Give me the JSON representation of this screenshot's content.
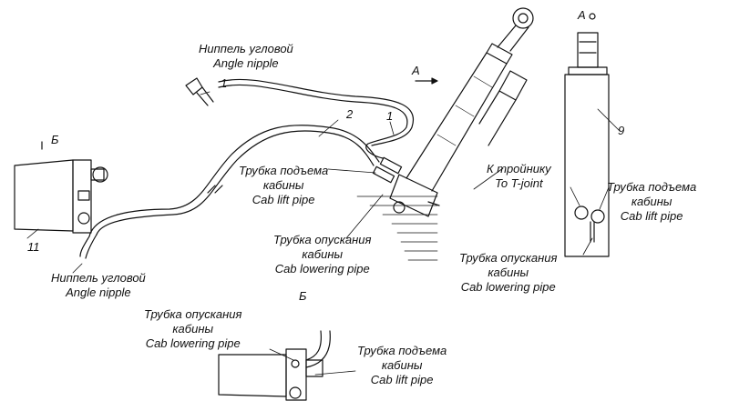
{
  "labels": {
    "angle_nipple_top": {
      "ru": "Ниппель угловой",
      "en": "Angle nipple"
    },
    "angle_nipple_bottom": {
      "ru": "Ниппель угловой",
      "en": "Angle nipple"
    },
    "cab_lift_main": {
      "ru1": "Трубка подъема",
      "ru2": "кабины",
      "en": "Cab lift pipe"
    },
    "cab_lowering_main": {
      "ru1": "Трубка опускания",
      "ru2": "кабины",
      "en": "Cab lowering pipe"
    },
    "t_joint": {
      "ru": "К тройнику",
      "en": "To T-joint"
    },
    "cab_lift_view_a": {
      "ru1": "Трубка подъема",
      "ru2": "кабины",
      "en": "Cab lift pipe"
    },
    "cab_lowering_view_a": {
      "ru1": "Трубка опускания",
      "ru2": "кабины",
      "en": "Cab lowering pipe"
    },
    "cab_lowering_view_b": {
      "ru1": "Трубка опускания",
      "ru2": "кабины",
      "en": "Cab lowering pipe"
    },
    "cab_lift_view_b": {
      "ru1": "Трубка подъема",
      "ru2": "кабины",
      "en": "Cab lift pipe"
    }
  },
  "callouts": {
    "n1_top": "1",
    "n2": "2",
    "n1_right": "1",
    "n9": "9",
    "n11": "11",
    "view_a_arrow": "A",
    "view_a_title": "A",
    "view_b_marker": "Б",
    "view_b_title": "Б"
  }
}
